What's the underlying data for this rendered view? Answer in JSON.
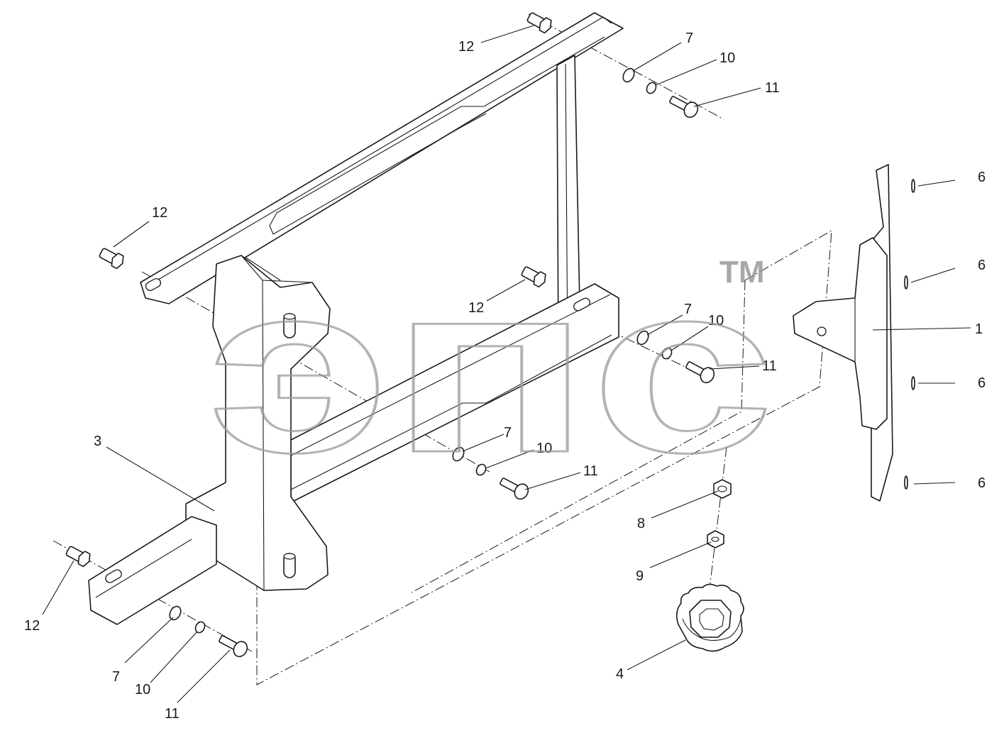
{
  "diagram": {
    "callouts": {
      "c1": "1",
      "c3": "3",
      "c4": "4",
      "c6": "6",
      "c7": "7",
      "c8": "8",
      "c9": "9",
      "c10": "10",
      "c11": "11",
      "c12": "12"
    },
    "watermark": {
      "text": "эпс",
      "trademark": "TM"
    }
  }
}
